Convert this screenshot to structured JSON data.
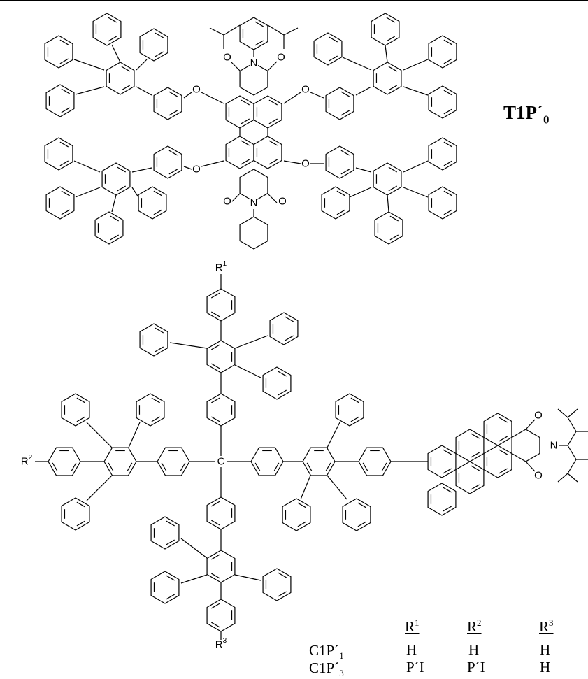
{
  "compounds": {
    "top_label": {
      "main": "T1P´",
      "sub": "0"
    }
  },
  "atoms": {
    "oxygen": "O",
    "nitrogen": "N",
    "carbon": "C",
    "r1": {
      "main": "R",
      "sup": "1"
    },
    "r2": {
      "main": "R",
      "sup": "2"
    },
    "r3": {
      "main": "R",
      "sup": "3"
    }
  },
  "table": {
    "headers": [
      {
        "main": "R",
        "sup": "1"
      },
      {
        "main": "R",
        "sup": "2"
      },
      {
        "main": "R",
        "sup": "3"
      }
    ],
    "rows": [
      {
        "name": {
          "main": "C1P´",
          "sub": "1"
        },
        "values": [
          "H",
          "H",
          "H"
        ]
      },
      {
        "name": {
          "main": "C1P´",
          "sub": "3"
        },
        "values": [
          "P´I",
          "P´I",
          "H"
        ]
      }
    ]
  }
}
